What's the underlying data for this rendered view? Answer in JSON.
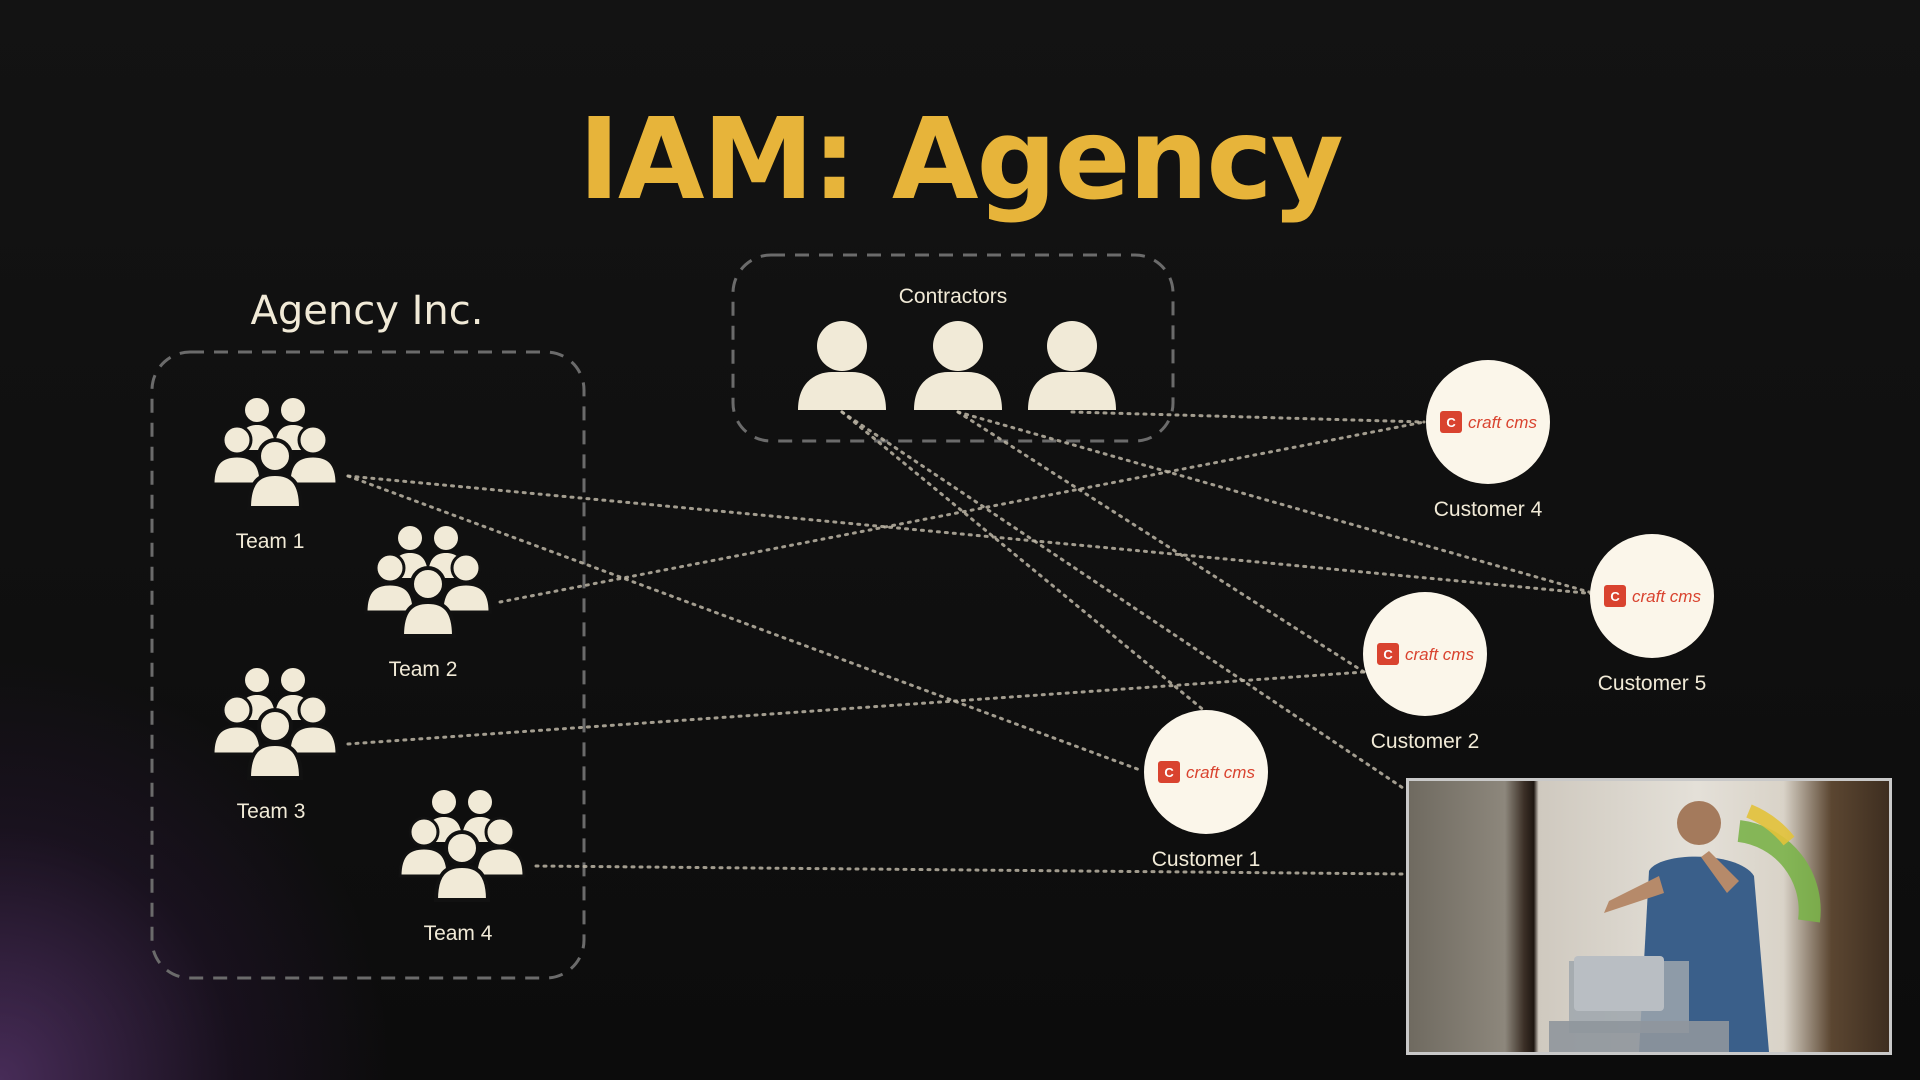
{
  "slide": {
    "title": "IAM: Agency",
    "agency_label": "Agency Inc.",
    "contractors_label": "Contractors"
  },
  "teams": [
    {
      "label": "Team 1"
    },
    {
      "label": "Team 2"
    },
    {
      "label": "Team 3"
    },
    {
      "label": "Team 4"
    }
  ],
  "customers": [
    {
      "label": "Customer 1",
      "logo_text": "craft cms",
      "logo_letter": "C"
    },
    {
      "label": "Customer 2",
      "logo_text": "craft cms",
      "logo_letter": "C"
    },
    {
      "label": "Customer 4",
      "logo_text": "craft cms",
      "logo_letter": "C"
    },
    {
      "label": "Customer 5",
      "logo_text": "craft cms",
      "logo_letter": "C"
    }
  ],
  "contractors": [
    {
      "icon": "person-icon"
    },
    {
      "icon": "person-icon"
    },
    {
      "icon": "person-icon"
    }
  ],
  "colors": {
    "title": "#e7b43a",
    "accent_red": "#d9432f",
    "text": "#f1ead7"
  }
}
